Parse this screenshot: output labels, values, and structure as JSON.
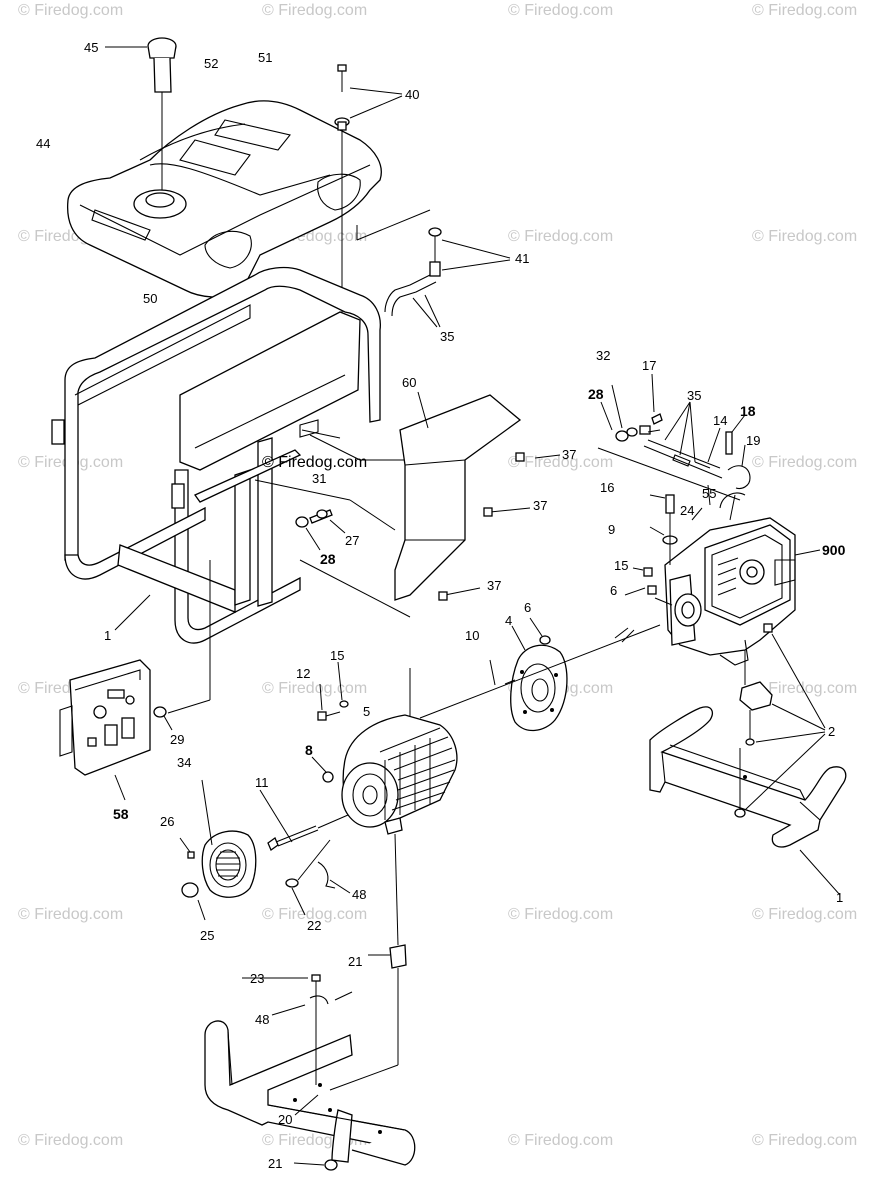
{
  "watermark": "© Firedog.com",
  "center_watermark": "© Firedog.com",
  "labels": {
    "p45": "45",
    "p52": "52",
    "p51": "51",
    "p40": "40",
    "p44": "44",
    "p41": "41",
    "p50": "50",
    "p35a": "35",
    "p60": "60",
    "p37a": "37",
    "p37b": "37",
    "p37c": "37",
    "p31": "31",
    "p27": "27",
    "p28a": "28",
    "p1a": "1",
    "p32": "32",
    "p17": "17",
    "p28b": "28",
    "p35b": "35",
    "p14": "14",
    "p18": "18",
    "p19": "19",
    "p16": "16",
    "p55": "55",
    "p24": "24",
    "p9": "9",
    "p900": "900",
    "p15a": "15",
    "p6a": "6",
    "p10": "10",
    "p4": "4",
    "p6b": "6",
    "p2": "2",
    "p12": "12",
    "p15b": "15",
    "p5": "5",
    "p29": "29",
    "p58": "58",
    "p8": "8",
    "p34": "34",
    "p11": "11",
    "p26": "26",
    "p48a": "48",
    "p25": "25",
    "p22": "22",
    "p21a": "21",
    "p1b": "1",
    "p23": "23",
    "p48b": "48",
    "p20": "20",
    "p21b": "21"
  }
}
